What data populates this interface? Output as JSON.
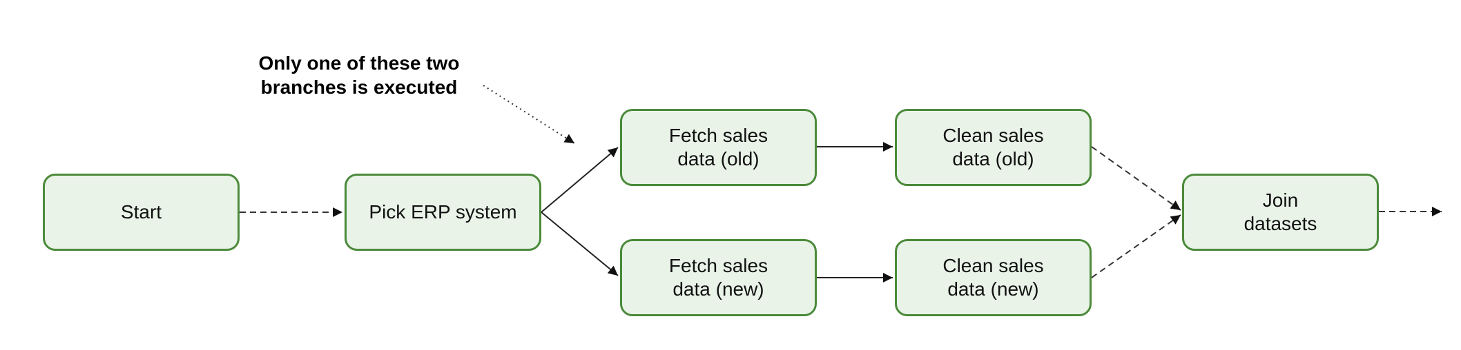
{
  "diagram": {
    "annotation": "Only one of these two\nbranches is executed",
    "nodes": {
      "start": "Start",
      "pick": "Pick ERP system",
      "fetch_old": "Fetch sales\ndata (old)",
      "clean_old": "Clean sales\ndata (old)",
      "fetch_new": "Fetch sales\ndata (new)",
      "clean_new": "Clean sales\ndata (new)",
      "join": "Join\ndatasets"
    },
    "colors": {
      "node_fill": "#e9f3e8",
      "node_border": "#4b8a3a",
      "arrow": "#222222"
    }
  }
}
